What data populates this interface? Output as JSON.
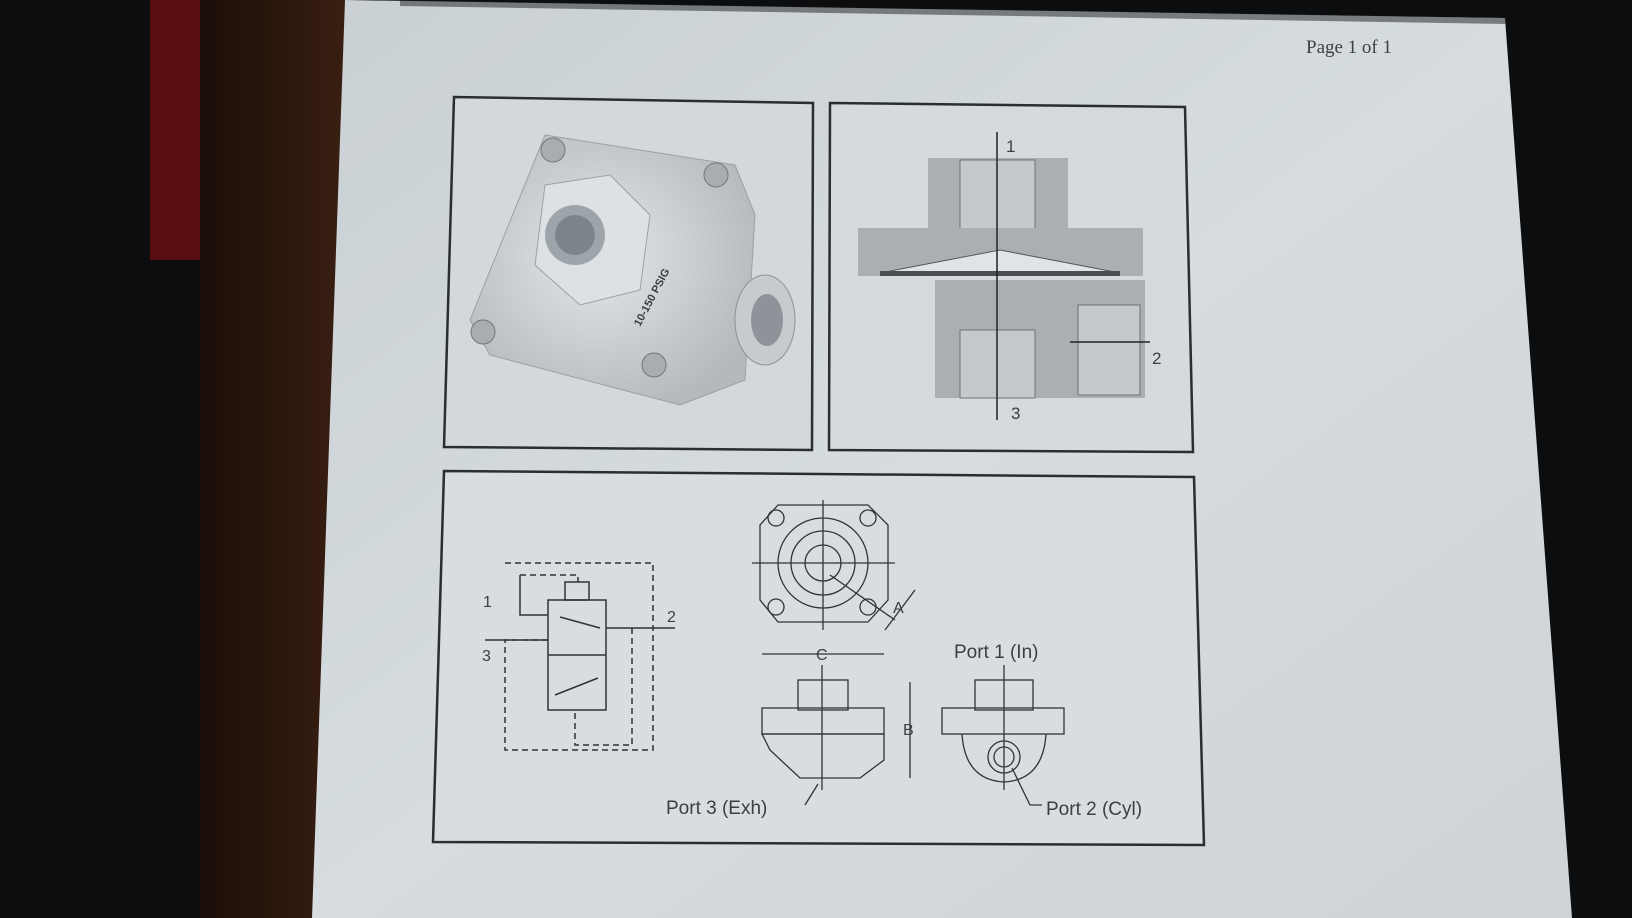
{
  "page": {
    "header": "Page 1 of 1"
  },
  "photo_panel": {
    "body_marking": "10-150 PSIG"
  },
  "section_panel": {
    "port_labels": [
      "1",
      "2",
      "3"
    ]
  },
  "drawing_panel": {
    "schematic_labels": [
      "1",
      "2",
      "3"
    ],
    "dimension_labels": [
      "A",
      "B",
      "C"
    ],
    "port1": "Port 1 (In)",
    "port2": "Port 2 (Cyl)",
    "port3": "Port 3 (Exh)"
  }
}
